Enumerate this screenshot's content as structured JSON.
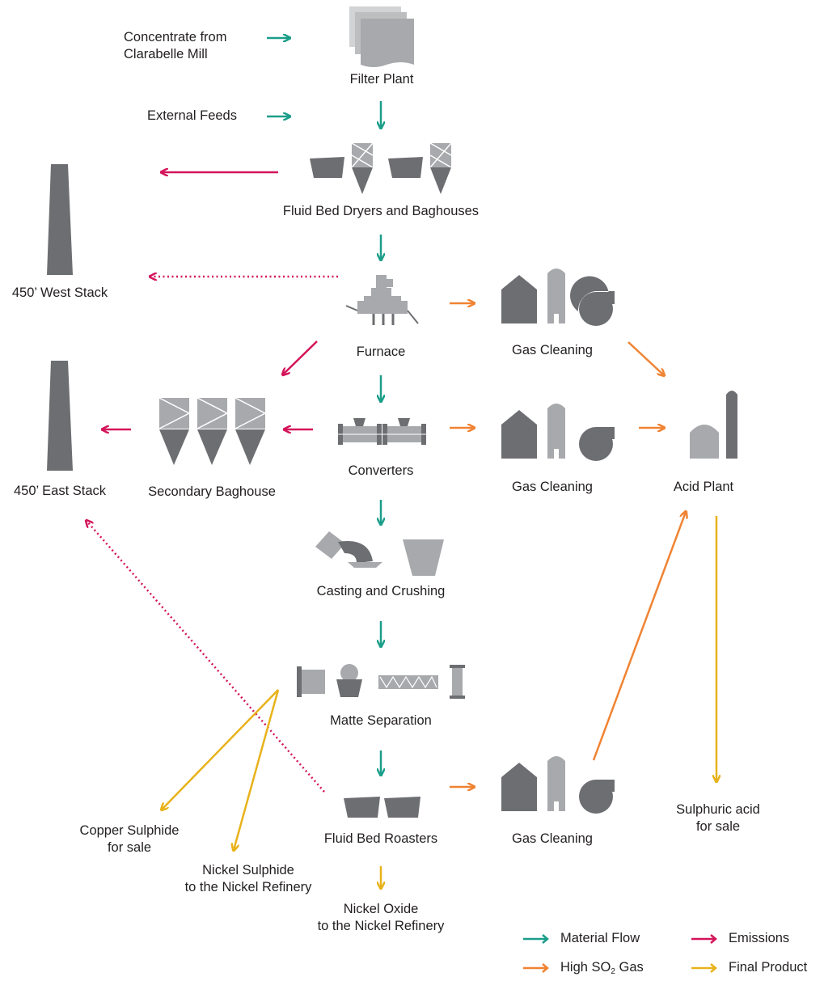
{
  "colors": {
    "material_flow": "#1b9e8a",
    "emissions": "#d4145a",
    "high_so2_gas": "#f08332",
    "final_product": "#e8b21a",
    "equipment_dark": "#6d6e71",
    "equipment_light": "#a7a9ac",
    "equipment_pale": "#d1d3d4"
  },
  "inputs": {
    "concentrate_line1": "Concentrate from",
    "concentrate_line2": "Clarabelle Mill",
    "external_feeds": "External Feeds"
  },
  "nodes": {
    "filter_plant": "Filter Plant",
    "fluid_bed_dryers": "Fluid Bed Dryers and Baghouses",
    "west_stack": "450’ West Stack",
    "furnace": "Furnace",
    "gas_cleaning_1": "Gas Cleaning",
    "east_stack": "450’ East Stack",
    "secondary_baghouse": "Secondary Baghouse",
    "converters": "Converters",
    "gas_cleaning_2": "Gas Cleaning",
    "acid_plant": "Acid Plant",
    "casting_crushing": "Casting and Crushing",
    "matte_separation": "Matte Separation",
    "fluid_bed_roasters": "Fluid Bed Roasters",
    "gas_cleaning_3": "Gas Cleaning"
  },
  "products": {
    "sulphuric_acid_line1": "Sulphuric acid",
    "sulphuric_acid_line2": "for sale",
    "copper_sulphide_line1": "Copper Sulphide",
    "copper_sulphide_line2": "for sale",
    "nickel_sulphide_line1": "Nickel Sulphide",
    "nickel_sulphide_line2": "to the Nickel Refinery",
    "nickel_oxide_line1": "Nickel Oxide",
    "nickel_oxide_line2": "to the Nickel Refinery"
  },
  "legend": {
    "material_flow": "Material Flow",
    "emissions": "Emissions",
    "high_so2_prefix": "High SO",
    "high_so2_sub": "2",
    "high_so2_suffix": " Gas",
    "final_product": "Final Product"
  }
}
